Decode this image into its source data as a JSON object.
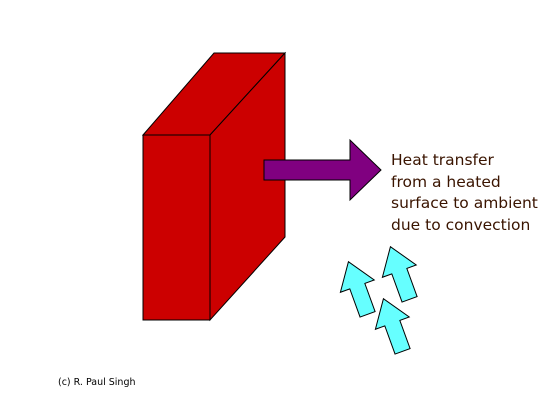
{
  "caption": {
    "lines": [
      "Heat transfer",
      "from a heated",
      "surface to ambient",
      "due to convection"
    ]
  },
  "copyright": "(c) R. Paul Singh",
  "colors": {
    "block_fill": "#cc0000",
    "block_stroke": "#000000",
    "heat_arrow": "#800080",
    "air_arrow": "#66ffff",
    "caption_text": "#3a1400"
  },
  "icons": {
    "heated_block": "heated-plate-block",
    "heat_arrow": "heat-transfer-arrow",
    "air_arrows": "ambient-air-flow-arrows"
  }
}
